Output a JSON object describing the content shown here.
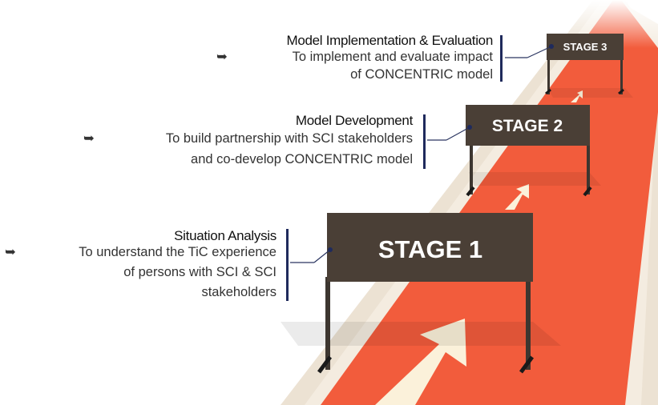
{
  "stages": [
    {
      "label": "STAGE 1",
      "title": "Situation Analysis",
      "description": [
        "To understand the TiC experience",
        "of persons with SCI & SCI",
        "stakeholders"
      ]
    },
    {
      "label": "STAGE 2",
      "title": "Model Development",
      "description": [
        "To build partnership with SCI stakeholders",
        "and co-develop CONCENTRIC model"
      ]
    },
    {
      "label": "STAGE 3",
      "title": "Model Implementation & Evaluation",
      "description": [
        "To implement and evaluate impact",
        "of CONCENTRIC model"
      ]
    }
  ],
  "arrow_glyph": "➥",
  "colors": {
    "track_shoulder": "#ece2d3",
    "track_edge": "#f4ece0",
    "track_lane": "#f25c3c",
    "direction_arrow": "#fbf1da",
    "hurdle_board": "#4a3f36",
    "hurdle_post": "#3d3630",
    "foot": "#1a1a1a",
    "connector_bar": "#1f2a5c",
    "connector_line": "#2a3560"
  }
}
